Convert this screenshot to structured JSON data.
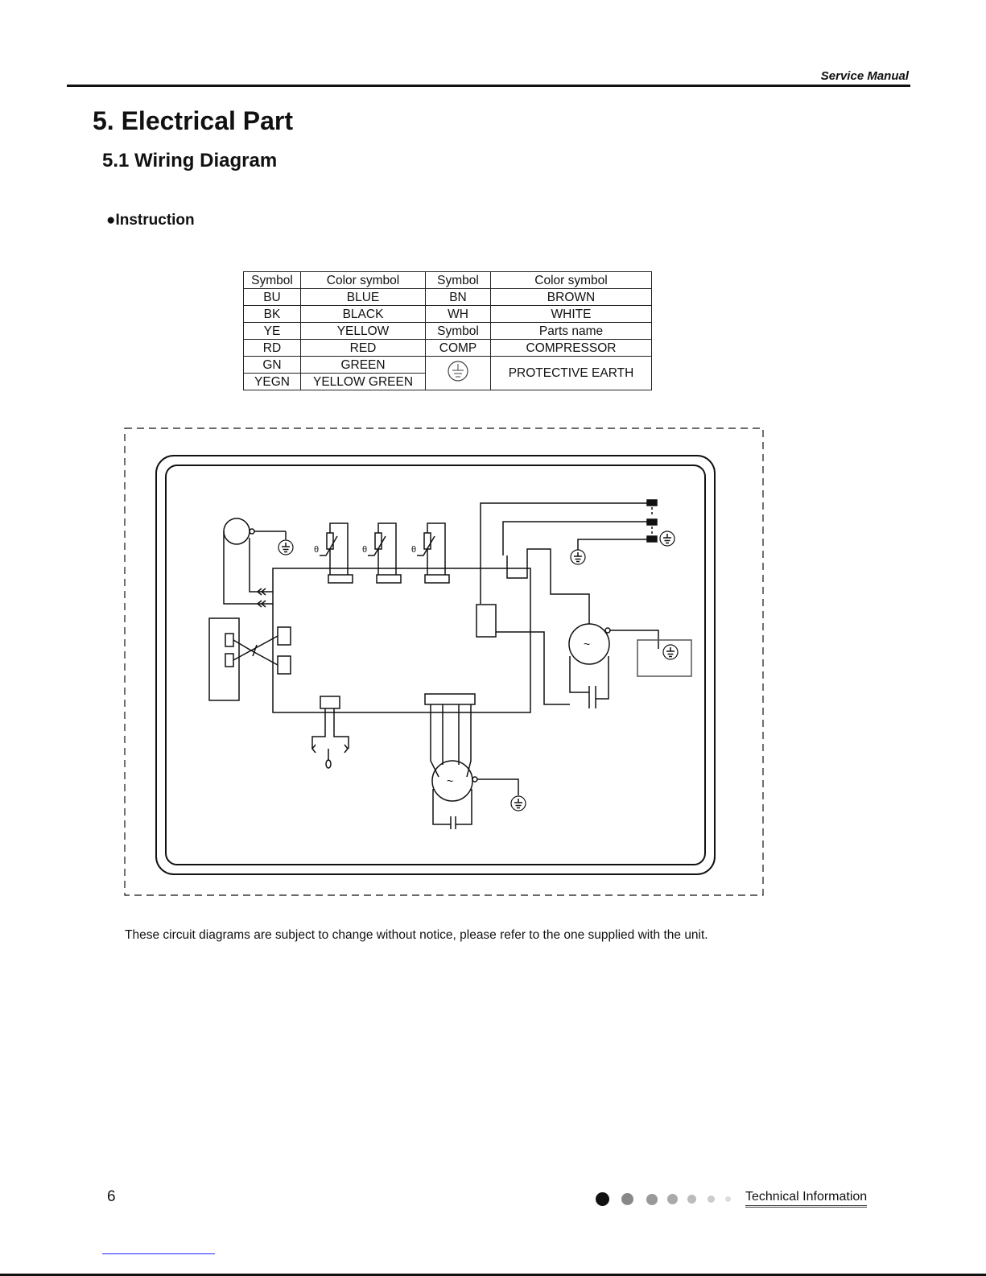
{
  "header": {
    "title": "Service Manual"
  },
  "section": {
    "title": "5. Electrical Part",
    "subtitle": "5.1 Wiring Diagram",
    "instruction": "●Instruction"
  },
  "legend_table": {
    "header": [
      "Symbol",
      "Color symbol",
      "Symbol",
      "Color symbol"
    ],
    "rows": [
      [
        "BU",
        "BLUE",
        "BN",
        "BROWN"
      ],
      [
        "BK",
        "BLACK",
        "WH",
        "WHITE"
      ],
      [
        "YE",
        "YELLOW",
        "Symbol",
        "Parts name"
      ],
      [
        "RD",
        "RED",
        "COMP",
        "COMPRESSOR"
      ],
      [
        "GN",
        "GREEN"
      ],
      [
        "YEGN",
        "YELLOW GREEN"
      ]
    ],
    "earth_label": "PROTECTIVE EARTH",
    "earth_symbol": "ground-icon"
  },
  "diagram": {
    "thermistor_symbol": "θ",
    "motor_symbol": "~"
  },
  "note": "These circuit diagrams are subject to change without notice, please refer to the one supplied with the unit.",
  "footer": {
    "page_number": "6",
    "section": "Technical Information",
    "dot_colors": [
      "#111111",
      "#888888",
      "#999999",
      "#aaaaaa",
      "#bbbbbb",
      "#cccccc",
      "#dddddd"
    ]
  }
}
